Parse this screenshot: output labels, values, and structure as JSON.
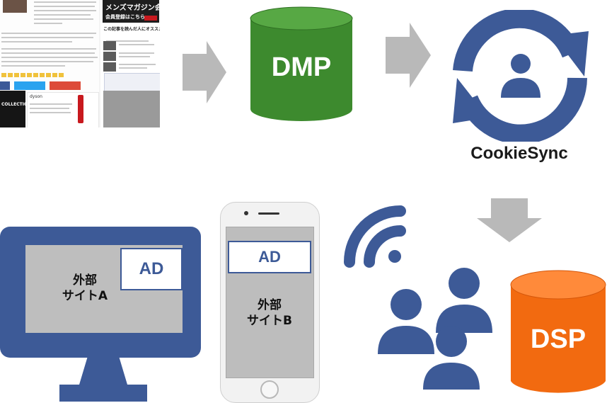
{
  "site_thumbnail": {
    "header_text": "メンズマガジン会員",
    "register_text": "会員登録はこちら",
    "recommend_text": "この記事を読んだ人にオススメ",
    "ad_left_text": "COLLECTION",
    "ad_right_brand": "dyson"
  },
  "dmp": {
    "label": "DMP",
    "color": "#3d8a2e"
  },
  "cookie_sync": {
    "label": "CookieSync",
    "color": "#3d5a97"
  },
  "site_a": {
    "ad_label": "AD",
    "line1": "外部",
    "line2": "サイトA"
  },
  "site_b": {
    "ad_label": "AD",
    "line1": "外部",
    "line2": "サイトB"
  },
  "dsp": {
    "label": "DSP",
    "color": "#f26a10"
  },
  "colors": {
    "arrow": "#b9b9b9",
    "brand_blue": "#3d5a97"
  }
}
